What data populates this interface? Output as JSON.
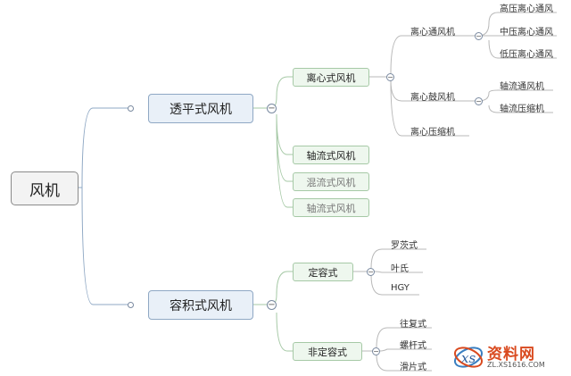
{
  "root": {
    "label": "风机"
  },
  "branches": [
    {
      "label": "透平式风机",
      "children": [
        {
          "label": "离心式风机",
          "light": false,
          "children": [
            {
              "label": "离心通风机",
              "children": [
                "高压离心通风",
                "中压离心通风",
                "低压离心通风"
              ]
            },
            {
              "label": "离心鼓风机",
              "children": [
                "轴流通风机",
                "轴流压缩机"
              ]
            },
            {
              "label": "离心压缩机",
              "children": []
            }
          ]
        },
        {
          "label": "轴流式风机",
          "light": false,
          "children": []
        },
        {
          "label": "混流式风机",
          "light": true,
          "children": []
        },
        {
          "label": "轴流式风机",
          "light": true,
          "children": []
        }
      ]
    },
    {
      "label": "容积式风机",
      "children": [
        {
          "label": "定容式",
          "light": false,
          "children": [
            {
              "label": "罗茨式",
              "children": []
            },
            {
              "label": "叶氏",
              "children": []
            },
            {
              "label": "HGY",
              "children": []
            }
          ]
        },
        {
          "label": "非定容式",
          "light": false,
          "children": [
            {
              "label": "往复式",
              "children": []
            },
            {
              "label": "螺杆式",
              "children": []
            },
            {
              "label": "滑片式",
              "children": []
            }
          ]
        }
      ]
    }
  ],
  "collapse_symbol": "−",
  "watermark": {
    "title": "资料网",
    "url": "ZL.XS1616.COM",
    "logo": "xs-logo-icon"
  },
  "colors": {
    "line_blue": "#8fa8c4",
    "line_green": "#a6c9a6",
    "line_gray": "#b9b9b9",
    "watermark_red": "#d94a1f"
  }
}
